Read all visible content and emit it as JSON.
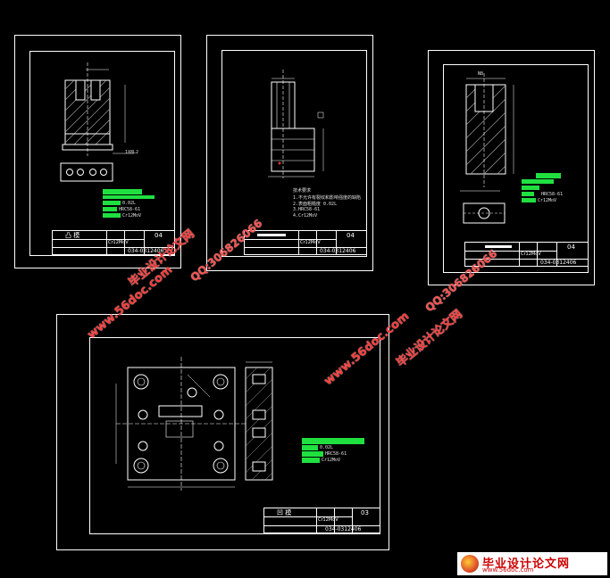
{
  "sheets": {
    "sheet1": {
      "dim_note": "1X8L2",
      "notes": [
        "0.02L",
        "HRC58-61",
        "Cr12MoV"
      ],
      "title_block": {
        "name": "凸 模",
        "sheet_no": "04",
        "drawing_no": "034-0312406",
        "material": "Cr12MoV"
      }
    },
    "sheet2": {
      "notes_title": "技术要求",
      "notes": [
        "1.不允许有裂纹和影响强度的缺陷",
        "2.表面粗糙度 0.02L",
        "3.HRC58-61",
        "4.Cr12MoV"
      ],
      "title_block": {
        "name": "",
        "sheet_no": "04",
        "drawing_no": "034-0312406",
        "material": "Cr12MoV"
      }
    },
    "sheet3": {
      "dim_top": "N8",
      "notes": [
        "HRC58-61",
        "Cr12MoV"
      ],
      "title_block": {
        "name": "",
        "sheet_no": "04",
        "drawing_no": "034-0312406",
        "material": "Cr12MoV"
      }
    },
    "sheet4": {
      "notes": [
        "0.02L",
        "HRC58-61",
        "Cr12MoV"
      ],
      "title_block": {
        "name": "凹 模",
        "sheet_no": "03",
        "drawing_no": "034-0312406",
        "material": "Cr12MoV"
      }
    }
  },
  "watermarks": {
    "url": "www.56doc.com",
    "qq": "QQ:306826066",
    "cn": "毕业设计论文网"
  },
  "footer": {
    "title": "毕业设计论文网",
    "url": "www.56doc.com"
  },
  "colors": {
    "background": "#000000",
    "lines": "#ffffff",
    "highlight": "#20e040",
    "watermark": "#ff3b3b"
  }
}
